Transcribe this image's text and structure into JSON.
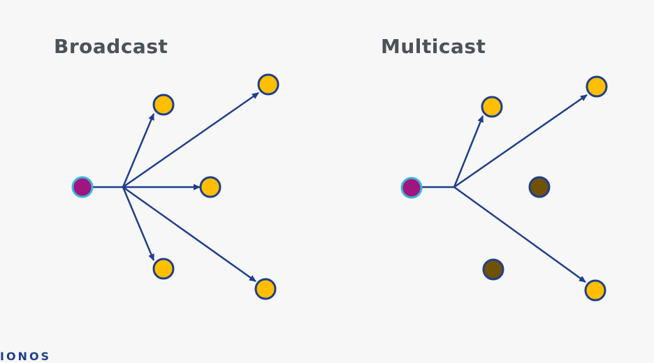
{
  "diagrams": [
    {
      "title": "Broadcast"
    },
    {
      "title": "Multicast"
    }
  ],
  "branding": {
    "logo_text": "IONOS"
  },
  "colors": {
    "background": "#f7f7f7",
    "edge": "#1f3f8a",
    "sender_fill": "#a0157f",
    "sender_outline": "#3ab7d6",
    "recipient_fill": "#ffbf00",
    "recipient_outline": "#1f3f8a",
    "non_recipient_fill": "#6f5206",
    "non_recipient_outline": "#1f3f8a",
    "title_text": "#4b5259"
  }
}
